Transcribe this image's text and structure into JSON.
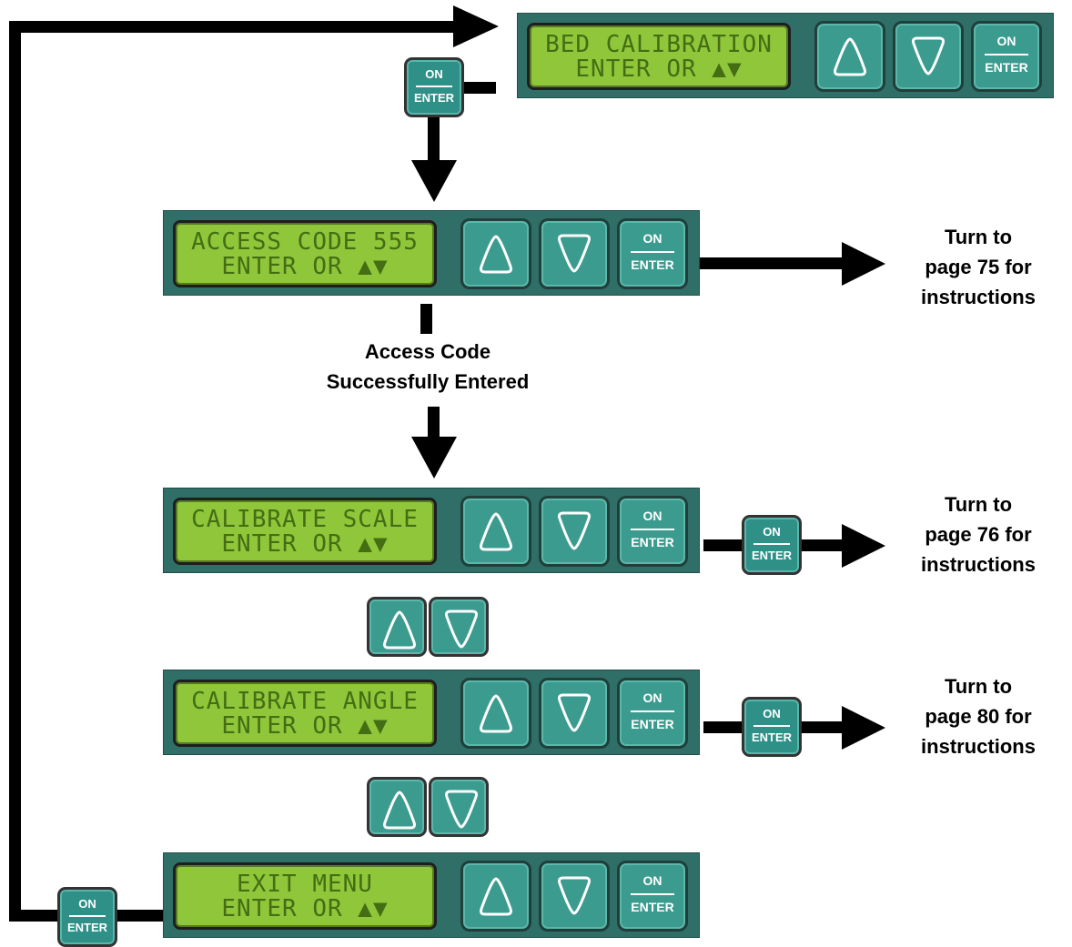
{
  "panels": [
    {
      "line1": "BED CALIBRATION",
      "line2": "ENTER OR ▲▼"
    },
    {
      "line1": "ACCESS CODE 555",
      "line2": "ENTER OR ▲▼"
    },
    {
      "line1": "CALIBRATE SCALE",
      "line2": "ENTER OR ▲▼"
    },
    {
      "line1": "CALIBRATE ANGLE",
      "line2": "ENTER OR ▲▼"
    },
    {
      "line1": "EXIT MENU",
      "line2": "ENTER OR ▲▼"
    }
  ],
  "key": {
    "on": "ON",
    "enter": "ENTER"
  },
  "notes": {
    "access_code": {
      "line1": "Access Code",
      "line2": "Successfully Entered"
    },
    "access_page": {
      "line1": "Turn to",
      "line2": "page 75  for",
      "line3": "instructions"
    },
    "scale_page": {
      "line1": "Turn to",
      "line2": "page 76  for",
      "line3": "instructions"
    },
    "angle_page": {
      "line1": "Turn to",
      "line2": "page 80 for",
      "line3": "instructions"
    }
  },
  "colors": {
    "panel": "#2f6f67",
    "lcd": "#8fc63a",
    "lcd_text": "#446d14",
    "button": "#3b9b8f"
  }
}
